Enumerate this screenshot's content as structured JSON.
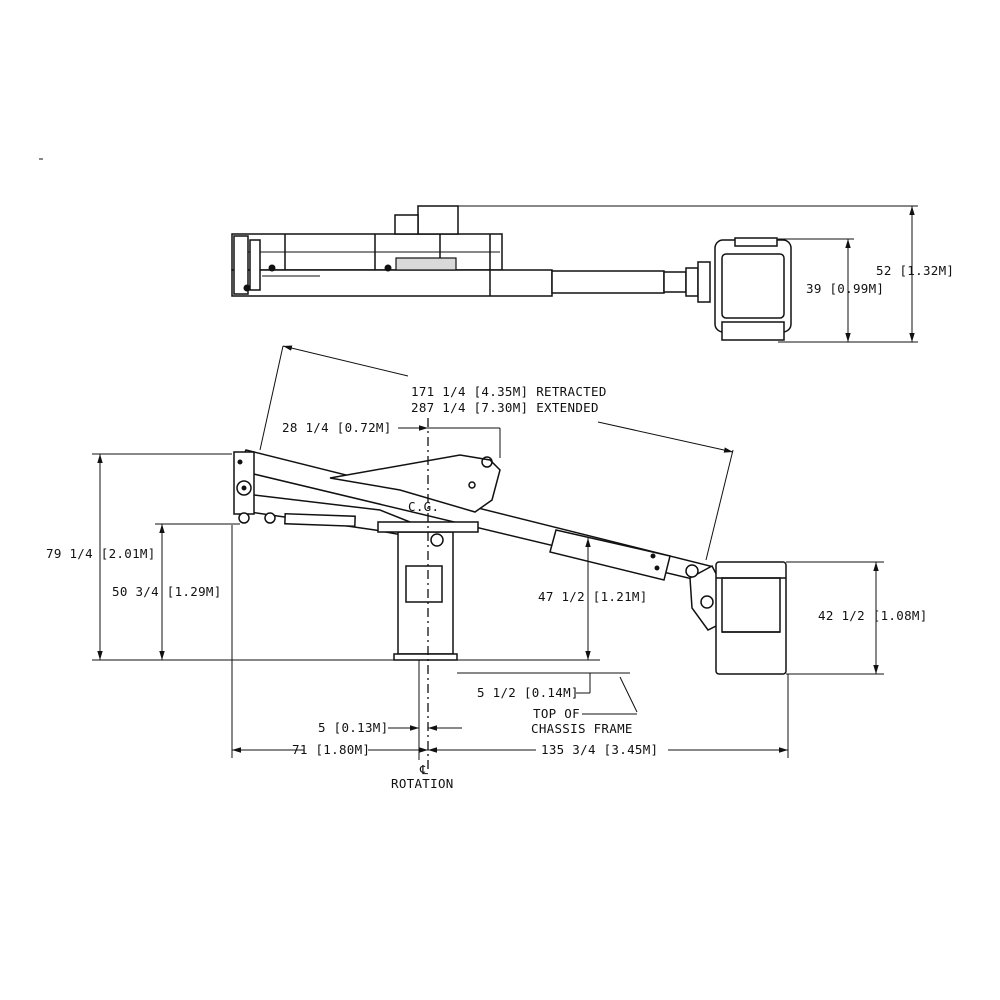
{
  "labels": {
    "height_52": "52 [1.32M]",
    "height_39": "39 [0.99M]",
    "boom_retracted": "171 1/4 [4.35M] RETRACTED",
    "boom_extended": "287 1/4 [7.30M] EXTENDED",
    "dim_28": "28 1/4 [0.72M]",
    "cg": "C.G.",
    "dim_79": "79 1/4 [2.01M]",
    "dim_50": "50 3/4 [1.29M]",
    "dim_47": "47 1/2 [1.21M]",
    "dim_42": "42 1/2 [1.08M]",
    "dim_5_half": "5 1/2 [0.14M]",
    "top_of": "TOP OF",
    "chassis_frame": "CHASSIS FRAME",
    "dim_5": "5 [0.13M]",
    "dim_71": "71 [1.80M]",
    "dim_135": "135 3/4 [3.45M]",
    "centerline_symbol": "℄",
    "rotation": "ROTATION"
  }
}
